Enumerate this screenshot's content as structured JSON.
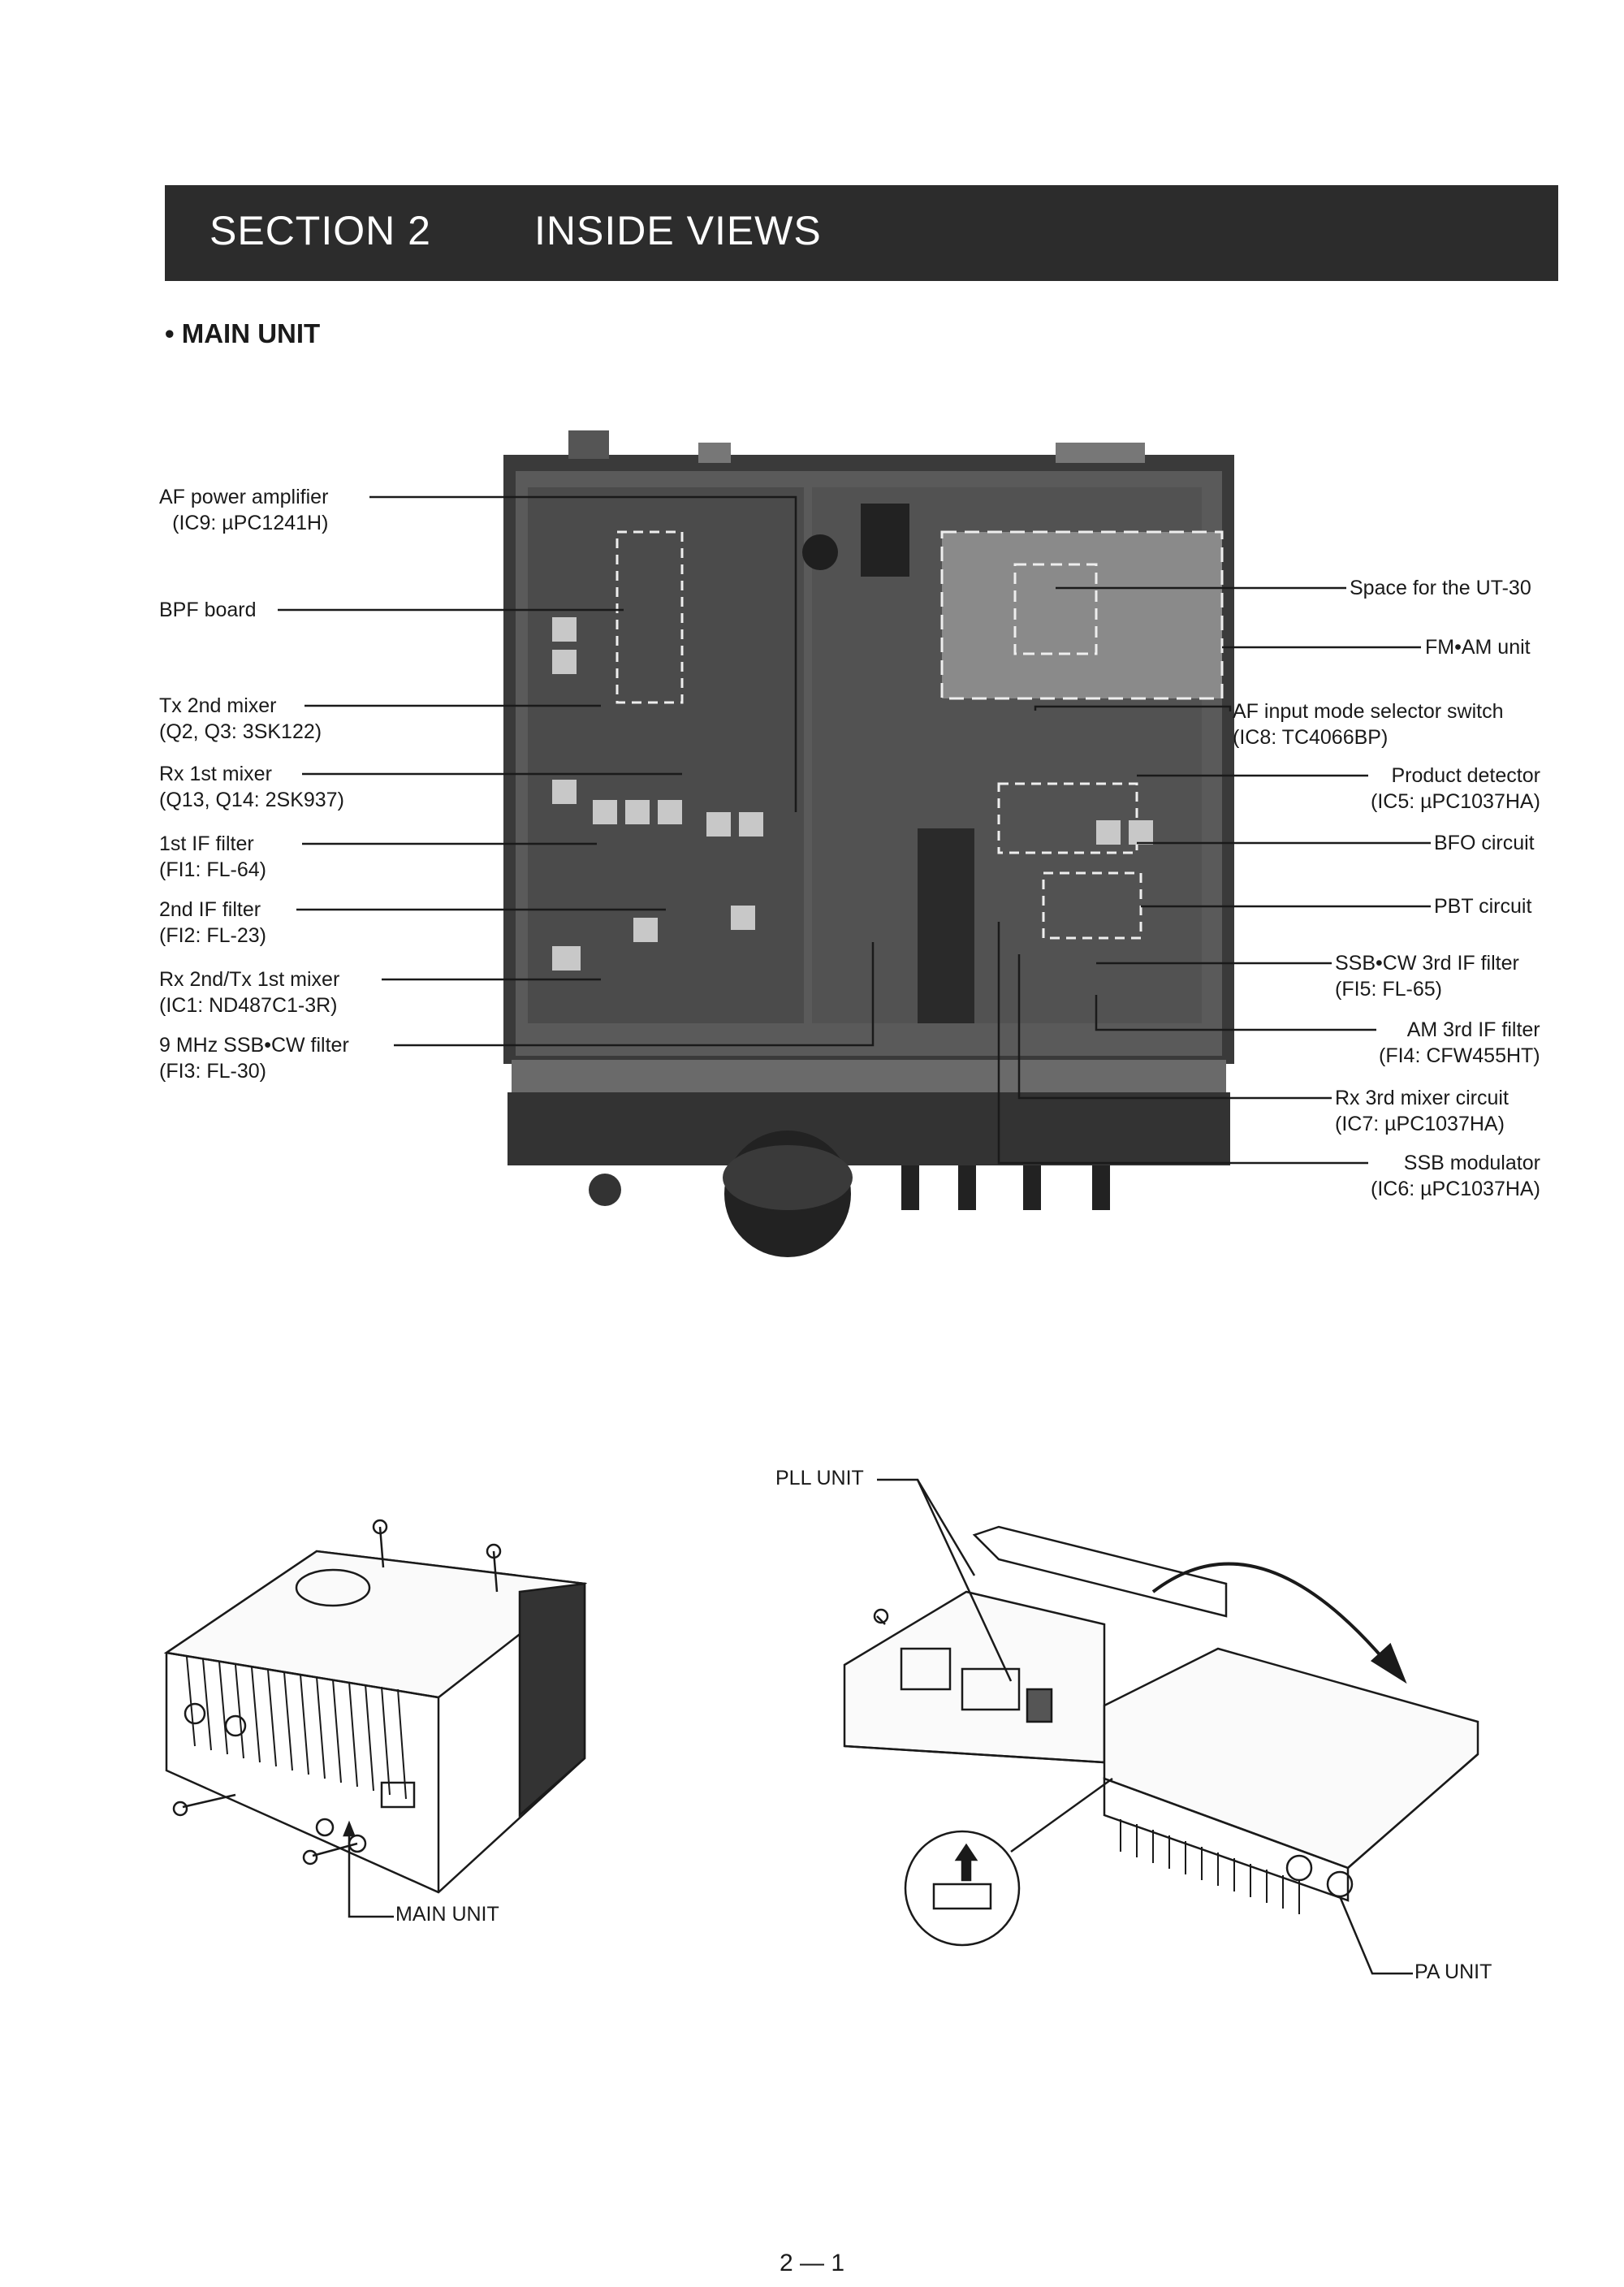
{
  "header": {
    "section": "SECTION  2",
    "title": "INSIDE VIEWS"
  },
  "subheading": "• MAIN UNIT",
  "left_labels": [
    {
      "line1": "AF power amplifier",
      "line2": "(IC9: µPC1241H)"
    },
    {
      "line1": "BPF board",
      "line2": ""
    },
    {
      "line1": "Tx 2nd mixer",
      "line2": "(Q2, Q3: 3SK122)"
    },
    {
      "line1": "Rx 1st mixer",
      "line2": "(Q13, Q14: 2SK937)"
    },
    {
      "line1": "1st IF filter",
      "line2": "(FI1: FL-64)"
    },
    {
      "line1": "2nd IF filter",
      "line2": "(FI2: FL-23)"
    },
    {
      "line1": "Rx 2nd/Tx 1st mixer",
      "line2": "(IC1: ND487C1-3R)"
    },
    {
      "line1": "9 MHz SSB•CW filter",
      "line2": "(FI3: FL-30)"
    }
  ],
  "right_labels": [
    {
      "line1": "Space for the UT-30",
      "line2": ""
    },
    {
      "line1": "FM•AM unit",
      "line2": ""
    },
    {
      "line1": "AF input mode selector switch",
      "line2": "(IC8: TC4066BP)"
    },
    {
      "line1": "Product detector",
      "line2": "(IC5: µPC1037HA)"
    },
    {
      "line1": "BFO circuit",
      "line2": ""
    },
    {
      "line1": "PBT circuit",
      "line2": ""
    },
    {
      "line1": "SSB•CW 3rd IF filter",
      "line2": "(FI5: FL-65)"
    },
    {
      "line1": "AM 3rd IF filter",
      "line2": "(FI4: CFW455HT)"
    },
    {
      "line1": "Rx 3rd mixer circuit",
      "line2": "(IC7: µPC1037HA)"
    },
    {
      "line1": "SSB modulator",
      "line2": "(IC6: µPC1037HA)"
    }
  ],
  "drawings": {
    "main_unit_label": "MAIN UNIT",
    "pll_unit_label": "PLL UNIT",
    "pa_unit_label": "PA UNIT"
  },
  "page_number": "2 — 1"
}
